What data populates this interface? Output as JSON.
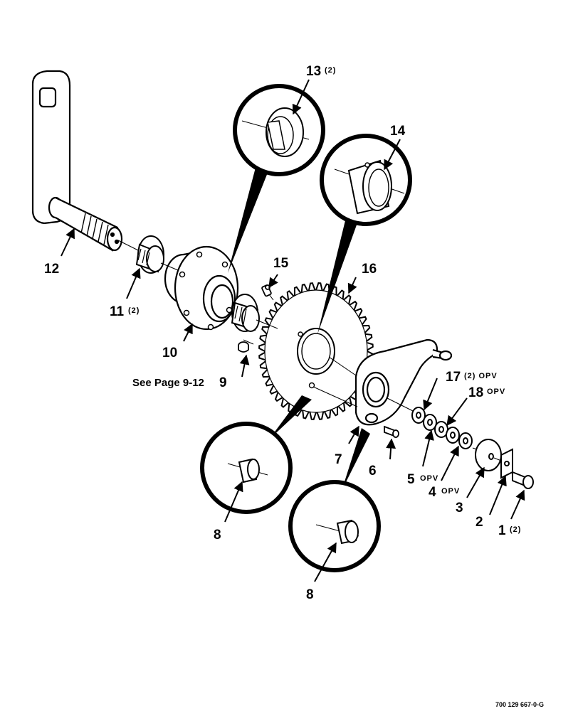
{
  "callouts": {
    "c1": {
      "number": "1",
      "note": "(2)"
    },
    "c2": {
      "number": "2"
    },
    "c3": {
      "number": "3"
    },
    "c4": {
      "number": "4",
      "note": "OPV"
    },
    "c5": {
      "number": "5",
      "note": "OPV"
    },
    "c6": {
      "number": "6"
    },
    "c7": {
      "number": "7"
    },
    "c8a": {
      "number": "8"
    },
    "c8b": {
      "number": "8"
    },
    "c9": {
      "number": "9"
    },
    "c10": {
      "number": "10"
    },
    "c11": {
      "number": "11",
      "note": "(2)"
    },
    "c12": {
      "number": "12"
    },
    "c13": {
      "number": "13",
      "note": "(2)"
    },
    "c14": {
      "number": "14"
    },
    "c15": {
      "number": "15"
    },
    "c16": {
      "number": "16"
    },
    "c17": {
      "number": "17",
      "note": "(2) OPV"
    },
    "c18": {
      "number": "18",
      "note": "OPV"
    }
  },
  "reference_note": "See Page 9-12",
  "drawing_code": "700 129 667-0-G"
}
